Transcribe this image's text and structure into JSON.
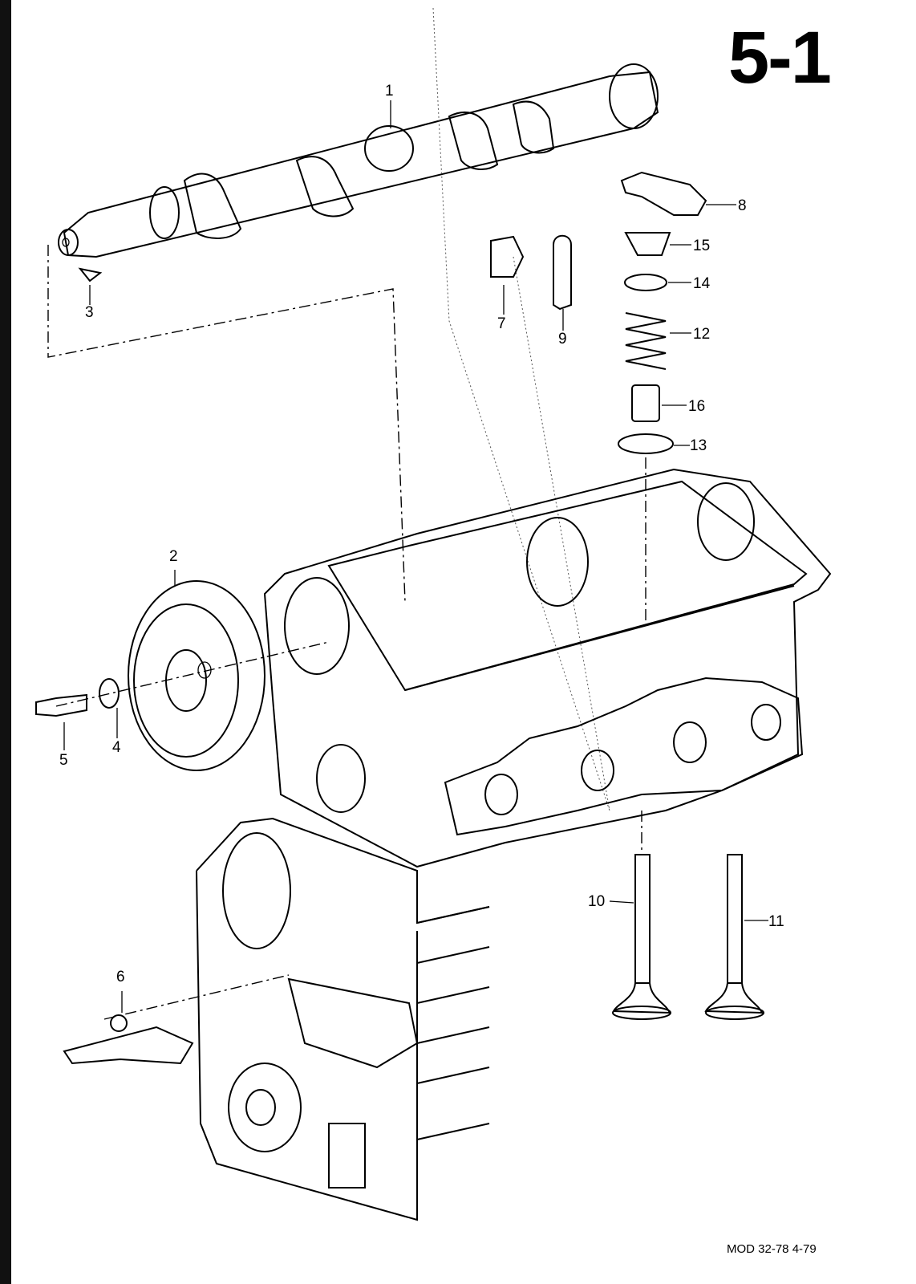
{
  "page": {
    "title": "5-1",
    "footer": "MOD 32-78  4-79"
  },
  "callouts": [
    "1",
    "2",
    "3",
    "4",
    "5",
    "6",
    "7",
    "8",
    "9",
    "10",
    "11",
    "12",
    "13",
    "14",
    "15",
    "16"
  ],
  "parts": {
    "camshaft": "1",
    "sprocket": "2",
    "key": "3",
    "washer": "4",
    "bolt": "5",
    "bracket": "6",
    "clip": "7",
    "rocker_arm": "8",
    "ball_stud": "9",
    "intake_valve": "10",
    "exhaust_valve": "11",
    "valve_spring": "12",
    "spring_seat": "13",
    "spring_retainer": "14",
    "valve_keepers": "15",
    "valve_seal": "16"
  }
}
